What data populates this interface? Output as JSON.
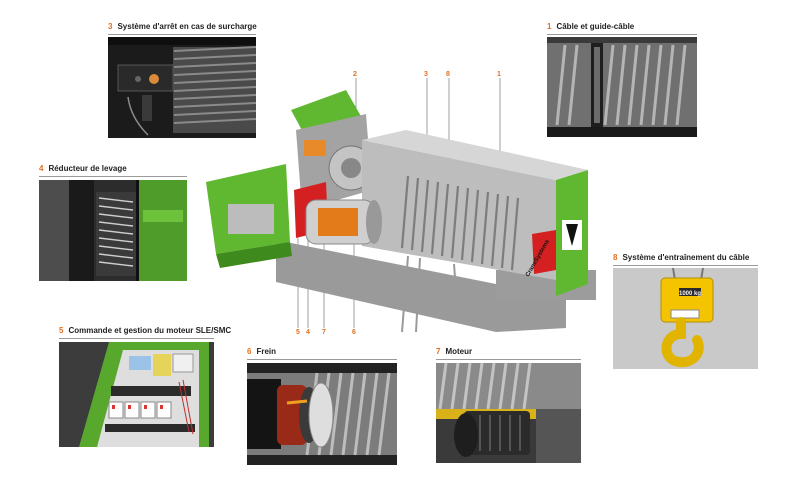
{
  "callouts": [
    {
      "num": "3",
      "label": "Système d'arrêt en cas de surcharge"
    },
    {
      "num": "1",
      "label": "Câble et guide-câble"
    },
    {
      "num": "4",
      "label": "Réducteur de levage"
    },
    {
      "num": "8",
      "label": "Système d'entraînement du câble"
    },
    {
      "num": "5",
      "label": "Commande et gestion du moteur SLE/SMC"
    },
    {
      "num": "6",
      "label": "Frein"
    },
    {
      "num": "7",
      "label": "Moteur"
    }
  ],
  "diagram_numbers": {
    "top": [
      "2",
      "3",
      "8",
      "1"
    ],
    "bottom": [
      "5",
      "4",
      "7",
      "6"
    ]
  },
  "brand_text": "CraneSystems",
  "hook_plate": "1000 kg",
  "colors": {
    "accent_orange": "#e07020",
    "machine_green": "#5fb830",
    "casing_grey": "#b9b9b9",
    "cutaway_red": "#d42020",
    "hook_yellow": "#f5c400"
  }
}
